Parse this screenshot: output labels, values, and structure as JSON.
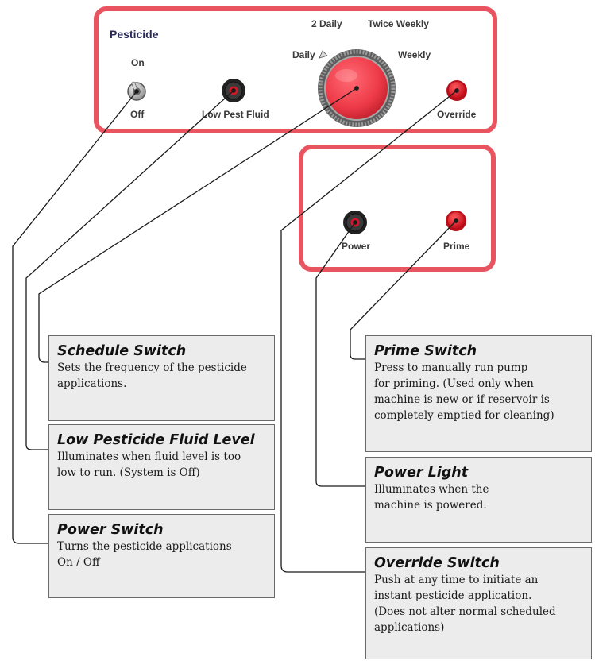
{
  "panel": {
    "title": "Pesticide",
    "labels": {
      "on": "On",
      "off": "Off",
      "low_pest_fluid": "Low Pest Fluid",
      "two_daily": "2 Daily",
      "twice_weekly": "Twice Weekly",
      "daily": "Daily",
      "weekly": "Weekly",
      "override": "Override",
      "power": "Power",
      "prime": "Prime"
    }
  },
  "callouts": {
    "schedule": {
      "title": "Schedule Switch",
      "lines": [
        "Sets the frequency of the pesticide",
        "applications."
      ]
    },
    "low_fluid": {
      "title": "Low Pesticide Fluid Level",
      "lines": [
        "Illuminates when fluid level is too",
        "low to run. (System is Off)"
      ]
    },
    "power_switch": {
      "title": "Power Switch",
      "lines": [
        "Turns the pesticide applications",
        "On / Off"
      ]
    },
    "prime": {
      "title": "Prime Switch",
      "lines": [
        "Press to manually run pump",
        "for priming. (Used only when",
        "machine is new or if reservoir is",
        "completely emptied for cleaning)"
      ]
    },
    "power_light": {
      "title": "Power Light",
      "lines": [
        "Illuminates when the",
        "machine is powered."
      ]
    },
    "override": {
      "title": "Override Switch",
      "lines": [
        "Push at any time to initiate an",
        "instant pesticide application.",
        "(Does not alter normal scheduled",
        "applications)"
      ]
    }
  },
  "colors": {
    "panel_border": "#e8545f",
    "knob": "#ee3a48",
    "indicator_red": "#e8202c",
    "callout_bg": "#ececec"
  }
}
